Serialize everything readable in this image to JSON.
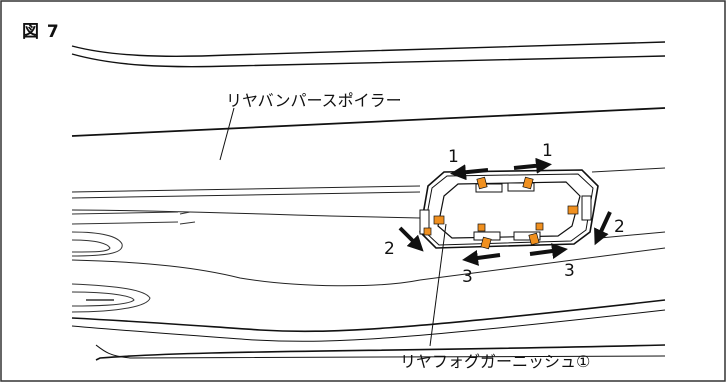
{
  "figure": {
    "label": "図 7",
    "callouts": {
      "spoiler": "リヤバンパースポイラー",
      "garnish": "リヤフォグガーニッシュ①"
    },
    "step_numbers": [
      "1",
      "1",
      "2",
      "2",
      "3",
      "3"
    ]
  },
  "colors": {
    "line": "#111111",
    "clip": "#f0901f",
    "background": "#ffffff"
  },
  "icons": [
    "arrow-left-icon",
    "arrow-right-icon",
    "arrow-down-icon"
  ]
}
